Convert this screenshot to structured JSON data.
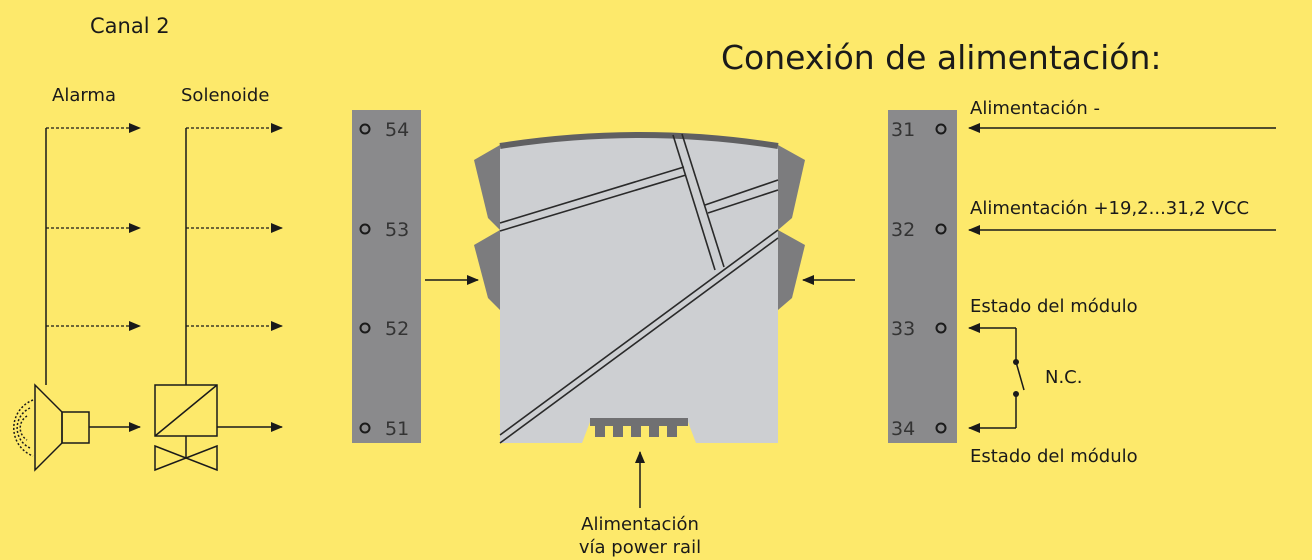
{
  "channel_title": "Canal 2",
  "power_title": "Conexión de alimentación:",
  "left_labels": {
    "alarm": "Alarma",
    "solenoid": "Solenoide"
  },
  "left_terminals": [
    "54",
    "53",
    "52",
    "51"
  ],
  "right_terminals": [
    "31",
    "32",
    "33",
    "34"
  ],
  "right_labels": {
    "supply_minus": "Alimentación -",
    "supply_plus": "Alimentación +19,2...31,2 VCC",
    "status_top": "Estado del módulo",
    "nc": "N.C.",
    "status_bottom": "Estado del módulo"
  },
  "power_rail": {
    "line1": "Alimentación",
    "line2": "vía power rail"
  },
  "colors": {
    "background": "#fde96b",
    "terminal_block": "#8a8a8c",
    "module_body": "#cdcfd2",
    "module_side": "#7c7c7e",
    "line": "#1a1a1a"
  },
  "icons": [
    "horn-speaker-icon",
    "solenoid-valve-icon",
    "nc-switch-icon"
  ]
}
